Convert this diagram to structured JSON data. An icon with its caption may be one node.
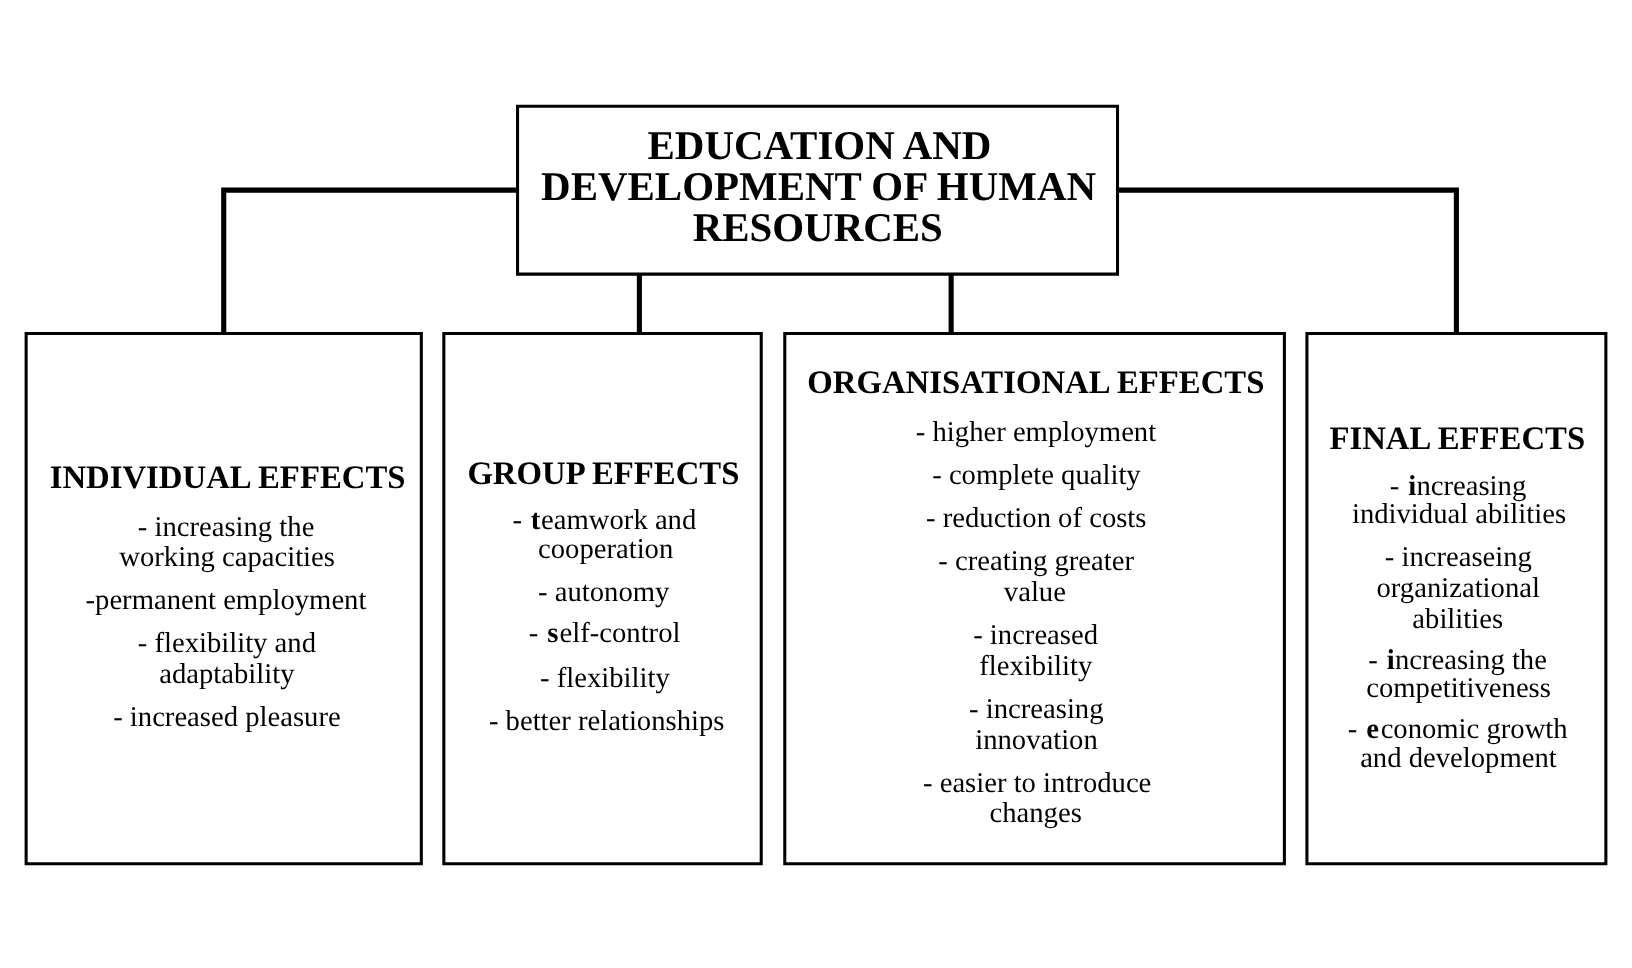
{
  "diagram": {
    "nodes": [
      {
        "text": [
          "EDUCATION AND DEVELOPMENT OF HUMAN RESOURCES"
        ]
      },
      {
        "text": [
          "INDIVIDUAL EFFECTS",
          "- increasing the working capacities",
          "-permanent employment",
          "- flexibility and adaptability",
          "- increased pleasure"
        ]
      },
      {
        "text": [
          "GROUP EFFECTS",
          "- **t**eamwork and cooperation",
          "- autonomy",
          "- **s**elf-control",
          "- flexibility",
          "- better relationships"
        ]
      },
      {
        "text": [
          "ORGANISATIONAL EFFECTS",
          "- higher employment",
          "- complete quality",
          "- reduction of costs",
          "- creating greater value",
          "- increased flexibility",
          "- increasing innovation",
          "- easier to introduce changes"
        ]
      },
      {
        "text": [
          "FINAL EFFECTS",
          "- **i**ncreasing individual abilities",
          "- increaseing organizational abilities",
          "- **i**ncreasing the competitiveness",
          "- **e**conomic growth and development"
        ]
      }
    ],
    "edges": [
      {
        "from": 0,
        "to": 1,
        "arrow": "none"
      },
      {
        "from": 0,
        "to": 2,
        "arrow": "none"
      },
      {
        "from": 0,
        "to": 3,
        "arrow": "none"
      },
      {
        "from": 0,
        "to": 4,
        "arrow": "none"
      }
    ]
  }
}
